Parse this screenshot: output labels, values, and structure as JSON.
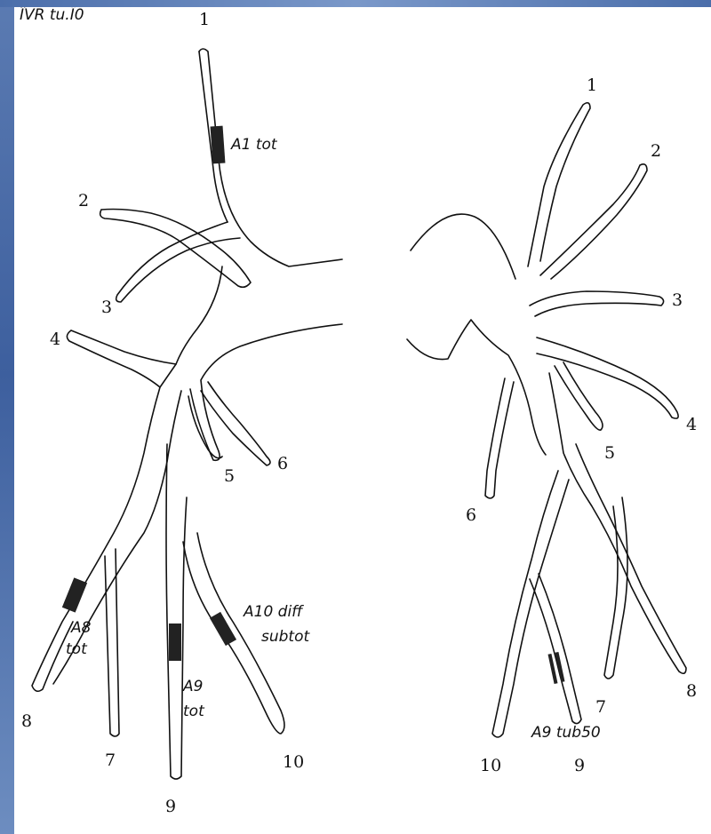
{
  "header_text": "ÎVR tu.Ï0",
  "left_diagram": {
    "branch_numbers": [
      "1",
      "2",
      "3",
      "4",
      "5",
      "6",
      "7",
      "8",
      "9",
      "10"
    ],
    "annotations": [
      {
        "id": "a1",
        "lines": [
          "A1 tot"
        ]
      },
      {
        "id": "a8",
        "lines": [
          "A8",
          "tot"
        ]
      },
      {
        "id": "a9",
        "lines": [
          "A9",
          "tot"
        ]
      },
      {
        "id": "a10",
        "lines": [
          "A10 diff",
          "subtot"
        ]
      }
    ]
  },
  "right_diagram": {
    "branch_numbers": [
      "1",
      "2",
      "3",
      "4",
      "5",
      "6",
      "7",
      "8",
      "9",
      "10"
    ],
    "annotations": [
      {
        "id": "a9",
        "lines": [
          "A9 tub50"
        ]
      }
    ]
  },
  "colors": {
    "ink": "#111111",
    "frame": "#4b6eaa",
    "paper": "#ffffff"
  }
}
